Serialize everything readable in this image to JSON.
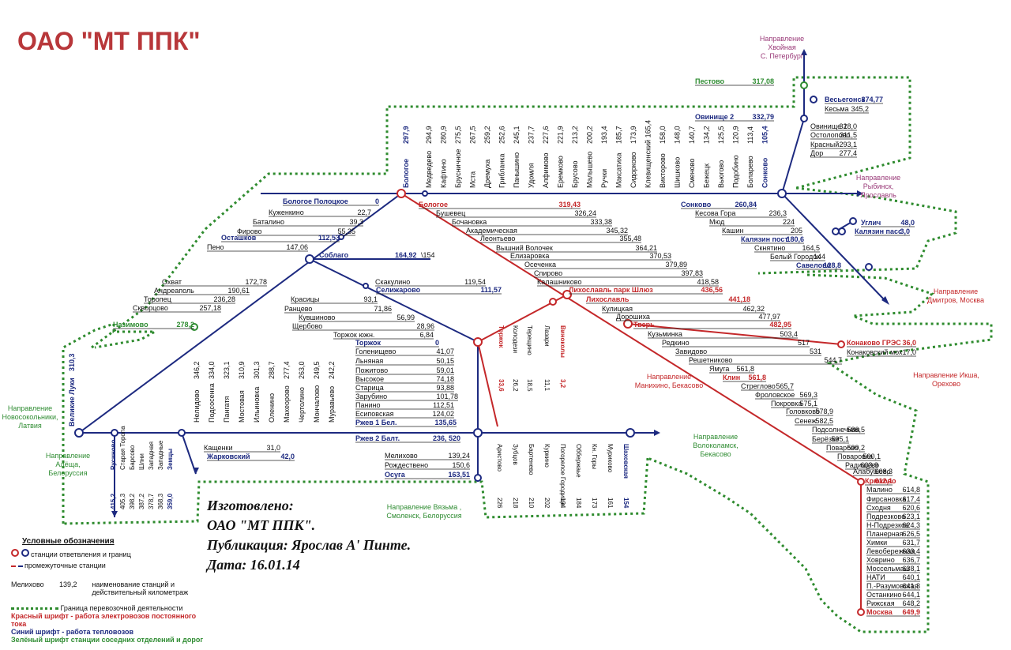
{
  "title": "ОАО \"МТ ППК\"",
  "colors": {
    "electric": "#c4282a",
    "diesel": "#1d2a80",
    "neighbor": "#2f8c32",
    "border": "#2e8b2e",
    "direction": "#9a3b79"
  },
  "stations": [
    {
      "name": "Бологое Полоцкое",
      "km": "0"
    },
    {
      "name": "Куженкино",
      "km": "22,7"
    },
    {
      "name": "Баталино",
      "km": "39,3"
    },
    {
      "name": "Фирово",
      "km": "55,35"
    },
    {
      "name": "Осташков",
      "km": "112,53"
    },
    {
      "name": "Пено",
      "km": "147,06"
    },
    {
      "name": "Соблаго",
      "km": "164,92"
    },
    {
      "name": "Охват",
      "km": "172,78"
    },
    {
      "name": "Андреаполь",
      "km": "190,61"
    },
    {
      "name": "Торопец",
      "km": "236,28"
    },
    {
      "name": "Скворцово",
      "km": "257,18"
    },
    {
      "name": "Назимово",
      "km": "278,2"
    },
    {
      "name": "Скакулино",
      "km": "119,54"
    },
    {
      "name": "Селижарово",
      "km": "111,57"
    },
    {
      "name": "Красицы",
      "km": "93,1"
    },
    {
      "name": "Ранцево",
      "km": "71,86"
    },
    {
      "name": "Кувшиново",
      "km": "56,99"
    },
    {
      "name": "Щербово",
      "km": "28,96"
    },
    {
      "name": "Торжок южн.",
      "km": "6,84"
    },
    {
      "name": "Торжок",
      "km": "0"
    },
    {
      "name": "Голенищево",
      "km": "41,07"
    },
    {
      "name": "Льняная",
      "km": "50,15"
    },
    {
      "name": "Пожитово",
      "km": "59,01"
    },
    {
      "name": "Высокое",
      "km": "74,18"
    },
    {
      "name": "Старица",
      "km": "93,88"
    },
    {
      "name": "Зарубино",
      "km": "101,78"
    },
    {
      "name": "Панино",
      "km": "112,51"
    },
    {
      "name": "Есиповская",
      "km": "124,02"
    },
    {
      "name": "Ржев 1 Бел.",
      "km": "135,65"
    },
    {
      "name": "Ржев 2 Балт.",
      "km": "236, 520"
    },
    {
      "name": "Мелихово",
      "km": "139,24"
    },
    {
      "name": "Рождествено",
      "km": "150,6"
    },
    {
      "name": "Осуга",
      "km": "163,51"
    },
    {
      "name": "Кащенки",
      "km": "31,0"
    },
    {
      "name": "Жарковский",
      "km": "42,0"
    },
    {
      "name": "Бологое",
      "km": "319,43"
    },
    {
      "name": "Бушевец",
      "km": "326,24"
    },
    {
      "name": "Бочановка",
      "km": "333,38"
    },
    {
      "name": "Академическая",
      "km": "345,32"
    },
    {
      "name": "Леонтьево",
      "km": "355,48"
    },
    {
      "name": "Вышний Волочек",
      "km": "364,21"
    },
    {
      "name": "Елизаровка",
      "km": "370,53"
    },
    {
      "name": "Осеченка",
      "km": "379,89"
    },
    {
      "name": "Спирово",
      "km": "397,83"
    },
    {
      "name": "Калашниково",
      "km": "418,58"
    },
    {
      "name": "Лихославль парк Шлюз",
      "km": "436,56"
    },
    {
      "name": "Лихославль",
      "km": "441,18"
    },
    {
      "name": "Кулицкая",
      "km": "462,32"
    },
    {
      "name": "Дорошиха",
      "km": "477,97"
    },
    {
      "name": "Тверь",
      "km": "482,95"
    },
    {
      "name": "Кузьминка",
      "km": "503,4"
    },
    {
      "name": "Редкино",
      "km": "517"
    },
    {
      "name": "Завидово",
      "km": "531"
    },
    {
      "name": "Решетниково",
      "km": "544,7"
    },
    {
      "name": "Ямуга",
      "km": "561,8"
    },
    {
      "name": "Клин",
      "km": "561,8"
    },
    {
      "name": "Стреглово",
      "km": "565,7"
    },
    {
      "name": "Фроловское",
      "km": "569,3"
    },
    {
      "name": "Покровка",
      "km": "575,1"
    },
    {
      "name": "Головково",
      "km": "578,9"
    },
    {
      "name": "Сенеж",
      "km": "582,5"
    },
    {
      "name": "Подсолнечная",
      "km": "586,5"
    },
    {
      "name": "Берёзки",
      "km": "595,1"
    },
    {
      "name": "Поварово",
      "km": "599,2"
    },
    {
      "name": "Поваровка",
      "km": "590,1"
    },
    {
      "name": "Радищево",
      "km": "603,9"
    },
    {
      "name": "Алабушево",
      "km": "608,3"
    },
    {
      "name": "Крюково",
      "km": "612,1"
    },
    {
      "name": "Малино",
      "km": "614,8"
    },
    {
      "name": "Фирсановка",
      "km": "617,4"
    },
    {
      "name": "Сходня",
      "km": "620,6"
    },
    {
      "name": "Подрезково",
      "km": "623,1"
    },
    {
      "name": "Н-Подрезков",
      "km": "624,3"
    },
    {
      "name": "Планерная",
      "km": "626,5"
    },
    {
      "name": "Химки",
      "km": "631,7"
    },
    {
      "name": "Левобережная",
      "km": "633,4"
    },
    {
      "name": "Ховрино",
      "km": "636,7"
    },
    {
      "name": "Моссельмаш",
      "km": "638,1"
    },
    {
      "name": "НАТИ",
      "km": "640,1"
    },
    {
      "name": "П.-Разумовская",
      "km": "641,3"
    },
    {
      "name": "Останкино",
      "km": "644,1"
    },
    {
      "name": "Рижская",
      "km": "648,2"
    },
    {
      "name": "Москва",
      "km": "649,9"
    },
    {
      "name": "Конаково ГРЭС",
      "km": "36,0"
    },
    {
      "name": "Конаковский мох",
      "km": "17,0"
    },
    {
      "name": "Пестово",
      "km": "317,08"
    },
    {
      "name": "Весьегонск",
      "km": "374,77"
    },
    {
      "name": "Кесьма",
      "km": "345,2"
    },
    {
      "name": "Овинище 2",
      "km": "332,79"
    },
    {
      "name": "Овинище 1",
      "km": "328,0"
    },
    {
      "name": "Остолопово",
      "km": "311,5"
    },
    {
      "name": "Красный",
      "km": "293,1"
    },
    {
      "name": "Дор",
      "km": "277,4"
    },
    {
      "name": "Сонково",
      "km": "260,84"
    },
    {
      "name": "Кесова Гора",
      "km": "236,3"
    },
    {
      "name": "Мюд",
      "km": "224"
    },
    {
      "name": "Кашин",
      "km": "205"
    },
    {
      "name": "Калязин пост",
      "km": "180,6"
    },
    {
      "name": "Скнятино",
      "km": "164,5"
    },
    {
      "name": "Белый Городок",
      "km": "144"
    },
    {
      "name": "Савелово",
      "km": "128,8"
    },
    {
      "name": "Углич",
      "km": "48,0"
    },
    {
      "name": "Калязин пасс",
      "km": "3,0"
    }
  ],
  "vertical_top": [
    [
      "Медведево",
      "294,9"
    ],
    [
      "Кафтино",
      "280,9"
    ],
    [
      "Брусничное",
      "275,5"
    ],
    [
      "Мста",
      "267,5"
    ],
    [
      "Дремуха",
      "259,2"
    ],
    [
      "Грибланка",
      "252,6"
    ],
    [
      "Панышино",
      "245,1"
    ],
    [
      "Удомля",
      "237,7"
    ],
    [
      "Алфимово",
      "227,6"
    ],
    [
      "Еремково",
      "221,9"
    ],
    [
      "Брусово",
      "213,2"
    ],
    [
      "Малышево",
      "200,2"
    ],
    [
      "Ручки",
      "193,4"
    ],
    [
      "Максатиха",
      "185,7"
    ],
    [
      "Сидорково",
      "173,9"
    ],
    [
      "Клевищенский 165,4",
      ""
    ],
    [
      "Викторово",
      "158,0"
    ],
    [
      "Шишково",
      "148,0"
    ],
    [
      "Сменово",
      "140,7"
    ],
    [
      "Бежецк",
      "134,2"
    ],
    [
      "Вьюгово",
      "125,5"
    ],
    [
      "Подобино",
      "120,9"
    ],
    [
      "Боларево",
      "113,4"
    ],
    [
      "Сонково",
      "105,4"
    ]
  ],
  "bologoe_vertical": [
    "Бологое",
    "297,9"
  ],
  "vertical_mid": [
    [
      "Нелидово",
      "346,2"
    ],
    [
      "Подсосенка",
      "334,0"
    ],
    [
      "Пангатя",
      "323,1"
    ],
    [
      "Мостовая",
      "310,9"
    ],
    [
      "Ильиновка",
      "301,3"
    ],
    [
      "Оленино",
      "288,7"
    ],
    [
      "Махеорово",
      "277,4"
    ],
    [
      "Чертолино",
      "263,0"
    ],
    [
      "Мончалово",
      "249,5"
    ],
    [
      "Муравьево",
      "242,2"
    ]
  ],
  "vertical_low_left": [
    [
      "Русиново",
      "415,2"
    ],
    [
      "Старая Торопа",
      "405,3"
    ],
    [
      "Барсово",
      "398,2"
    ],
    [
      "Шлни",
      "387,2"
    ],
    [
      "Западная",
      "378,7"
    ],
    [
      "Западные",
      "368,3"
    ],
    [
      "Земцы",
      "359,0"
    ]
  ],
  "vertical_low_right": [
    [
      "Аристово",
      "226"
    ],
    [
      "Зубцов",
      "218"
    ],
    [
      "Бартенево",
      "210"
    ],
    [
      "Куркино",
      "202"
    ],
    [
      "Погорелое Городище",
      "194"
    ],
    [
      "Оббержаье",
      "184"
    ],
    [
      "Кн. Горы",
      "173"
    ],
    [
      "Муриково",
      "161"
    ],
    [
      "Шаховская",
      "154"
    ]
  ],
  "vertical_branch": [
    [
      "Колодези",
      "26,2"
    ],
    [
      "Терещино",
      "18,5"
    ],
    [
      "Лазари",
      "11,1"
    ],
    [
      "Торжок",
      "33,6"
    ],
    [
      "Виноколы",
      "3,2"
    ]
  ],
  "directions": {
    "khvoynaya": [
      "Направление",
      "Хвойная",
      "С. Петербург"
    ],
    "rybinsk": [
      "Направление",
      "Рыбинск,",
      "Ярославль"
    ],
    "dmitrov": [
      "Направление",
      "Дмитров, Москва"
    ],
    "iksha": [
      "Направление Икша,",
      "Орехово"
    ],
    "manikhino": [
      "Направление",
      "Манихино, Бекасово"
    ],
    "volokolamsk": [
      "Направление",
      "Волоколамск,",
      "Бекасово"
    ],
    "vyazma": [
      "Направление Вязьма ,",
      "Смоленск, Белоруссия"
    ],
    "novosokolniki": [
      "Направление",
      "Новосокольники,",
      "Латвия"
    ],
    "alyosha": [
      "Направление",
      "Алёща,",
      "Белоруссия"
    ]
  },
  "velikie_luki": [
    "Великие Луки",
    "310,3"
  ],
  "soblago_extra": "\\154",
  "stamp": [
    "Изготовлено:",
    "ОАО \"МТ ППК\".",
    "Публикация: Ярослав А' Пинте.",
    "Дата: 16.01.14"
  ],
  "legend": {
    "title": "Условные обозначения",
    "row1": "станции ответвления и границ",
    "row2": "промежуточные станции",
    "ex_name": "Мелихово",
    "ex_km": "139,2",
    "ex_desc": "наименование станций и действительный километраж",
    "border": "Граница перевозочной деятельности",
    "red": "Красный шрифт - работа электровозов постоянного тока",
    "blue": "Синий шрифт - работа тепловозов",
    "green": "Зелёный шрифт станции соседних отделений и дорог"
  }
}
